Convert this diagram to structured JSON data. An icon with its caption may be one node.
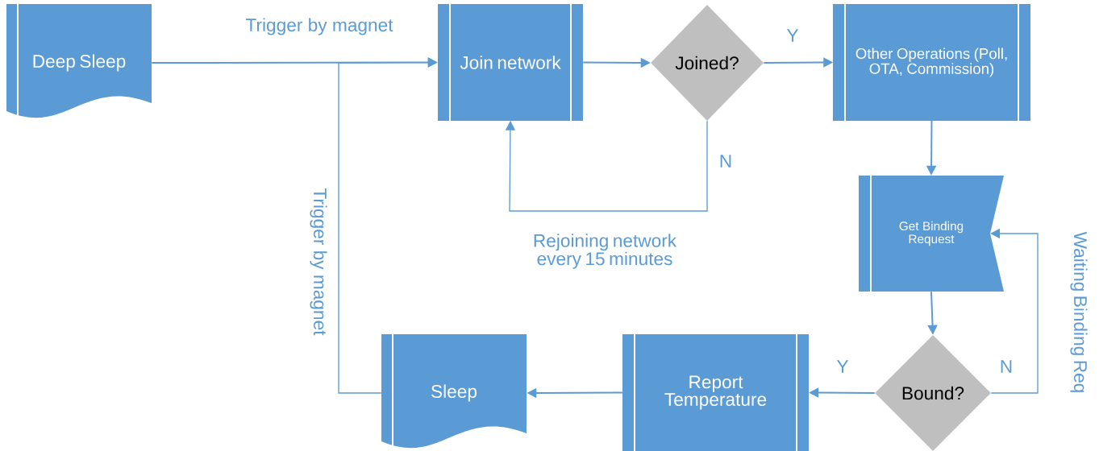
{
  "diagram": {
    "nodes": [
      {
        "text": [
          "Deep Sleep"
        ]
      },
      {
        "text": [
          "Join network"
        ]
      },
      {
        "text": [
          "Joined?"
        ]
      },
      {
        "text": [
          "Other Operations (Poll, OTA, Commission)"
        ]
      },
      {
        "text": [
          "Get Binding Request"
        ]
      },
      {
        "text": [
          "Bound?"
        ]
      },
      {
        "text": [
          "Report Temperature"
        ]
      },
      {
        "text": [
          "Sleep"
        ]
      }
    ],
    "edges": [
      {
        "from": 0,
        "to": 1,
        "arrow": "to",
        "label": "Trigger by magnet"
      },
      {
        "from": 1,
        "to": 2,
        "arrow": "to"
      },
      {
        "from": 2,
        "to": 3,
        "arrow": "to",
        "label": "Y"
      },
      {
        "from": 2,
        "to": 1,
        "arrow": "to",
        "label": "N"
      },
      {
        "from": 3,
        "to": 4,
        "arrow": "to"
      },
      {
        "from": 4,
        "to": 5,
        "arrow": "to"
      },
      {
        "from": 5,
        "to": 4,
        "arrow": "to",
        "label": "N"
      },
      {
        "from": 5,
        "to": 6,
        "arrow": "to",
        "label": "Y"
      },
      {
        "from": 6,
        "to": 7,
        "arrow": "to"
      },
      {
        "from": 7,
        "to": 1,
        "arrow": "to",
        "label": "Trigger by magnet"
      }
    ],
    "labels": [
      "Rejoining network every 15 minutes",
      "Waiting Binding Req"
    ]
  }
}
